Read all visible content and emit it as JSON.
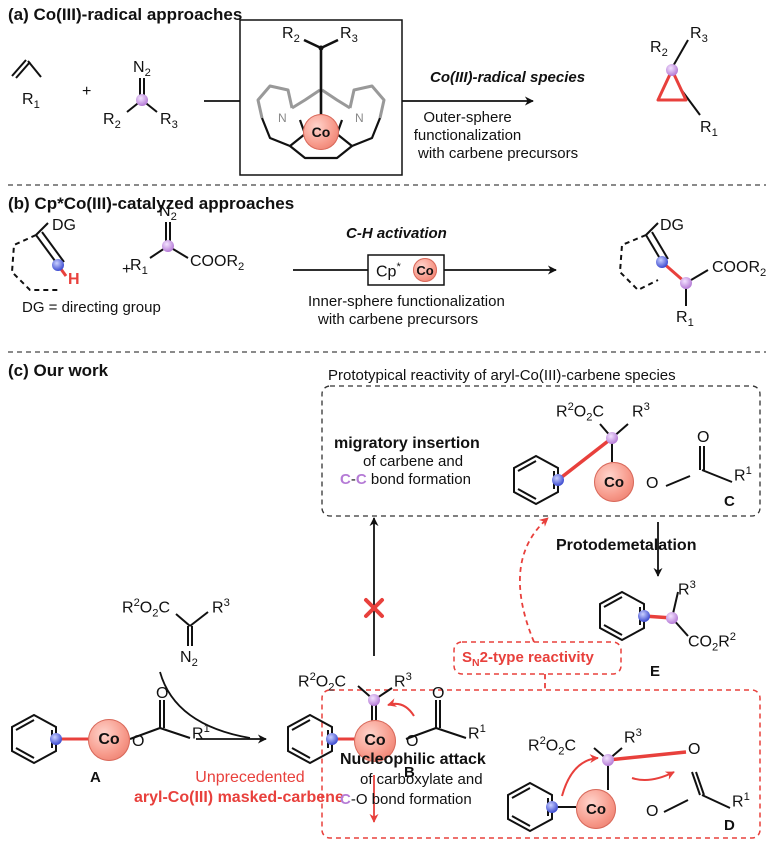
{
  "section_a": {
    "heading": "(a) Co(III)-radical approaches",
    "r1": "R",
    "r1_sub": "1",
    "plus": "+",
    "n2": "N",
    "n2_sub": "2",
    "r2": "R",
    "r2_sub": "2",
    "r3": "R",
    "r3_sub": "3",
    "box_r2": "R",
    "box_r2_sub": "2",
    "box_r3": "R",
    "box_r3_sub": "3",
    "box_n": "N",
    "co": "Co",
    "arrow_title": "Co(III)-radical species",
    "arrow_desc1": "Outer-sphere",
    "arrow_desc2": "functionalization",
    "arrow_desc3": "with carbene precursors",
    "prod_r2": "R",
    "prod_r2_sub": "2",
    "prod_r3": "R",
    "prod_r3_sub": "3",
    "prod_r1": "R",
    "prod_r1_sub": "1"
  },
  "section_b": {
    "heading": "(b) Cp*Co(III)-catalyzed approaches",
    "dg": "DG",
    "h": "H",
    "dg_note": "DG = directing group",
    "plus": "+",
    "n2": "N",
    "n2_sub": "2",
    "r1": "R",
    "r1_sub": "1",
    "coor2": "COOR",
    "coor2_sub": "2",
    "arrow_title": "C-H activation",
    "cp": "Cp",
    "cp_sup": "*",
    "co": "Co",
    "arrow_desc1": "Inner-sphere functionalization",
    "arrow_desc2": "with carbene precursors",
    "prod_dg": "DG",
    "prod_coor2": "COOR",
    "prod_coor2_sub": "2",
    "prod_r1": "R",
    "prod_r1_sub": "1"
  },
  "section_c": {
    "heading": "(c) Our work",
    "proto_title": "Prototypical reactivity of aryl-Co(III)-carbene species",
    "mig1": "migratory insertion",
    "mig2": "of carbene and",
    "mig3_c1": "C",
    "mig3_dash": "-",
    "mig3_c2": "C",
    "mig3_rest": " bond formation",
    "label_a": "A",
    "label_b": "B",
    "label_c": "C",
    "label_d": "D",
    "label_e": "E",
    "co": "Co",
    "o": "O",
    "r1": "R",
    "r1_sup": "1",
    "r2o2c_r": "R",
    "r2o2c_sup": "2",
    "r2o2c_o": "O",
    "r2o2c_sub": "2",
    "r2o2c_c": "C",
    "r3": "R",
    "r3_sup": "3",
    "n2": "N",
    "n2_sub": "2",
    "protodemet": "Protodemetalation",
    "e_r3": "R",
    "e_r3_sup": "3",
    "e_co2": "CO",
    "e_co2_sub": "2",
    "e_r2": "R",
    "e_r2_sup": "2",
    "sn2_s": "S",
    "sn2_sub": "N",
    "sn2_rest": "2-type reactivity",
    "unprec1": "Unprecedented",
    "unprec2": "aryl-Co(III) masked-carbene",
    "nuc1": "Nucleophilic attack",
    "nuc2": "of carboxylate and",
    "nuc3_c": "C",
    "nuc3_rest": "-O bond formation",
    "colors": {
      "red": "#e8403c",
      "purple": "#b57bd6",
      "blue": "#4a57d6",
      "co_fill": "#f79a8b"
    }
  }
}
